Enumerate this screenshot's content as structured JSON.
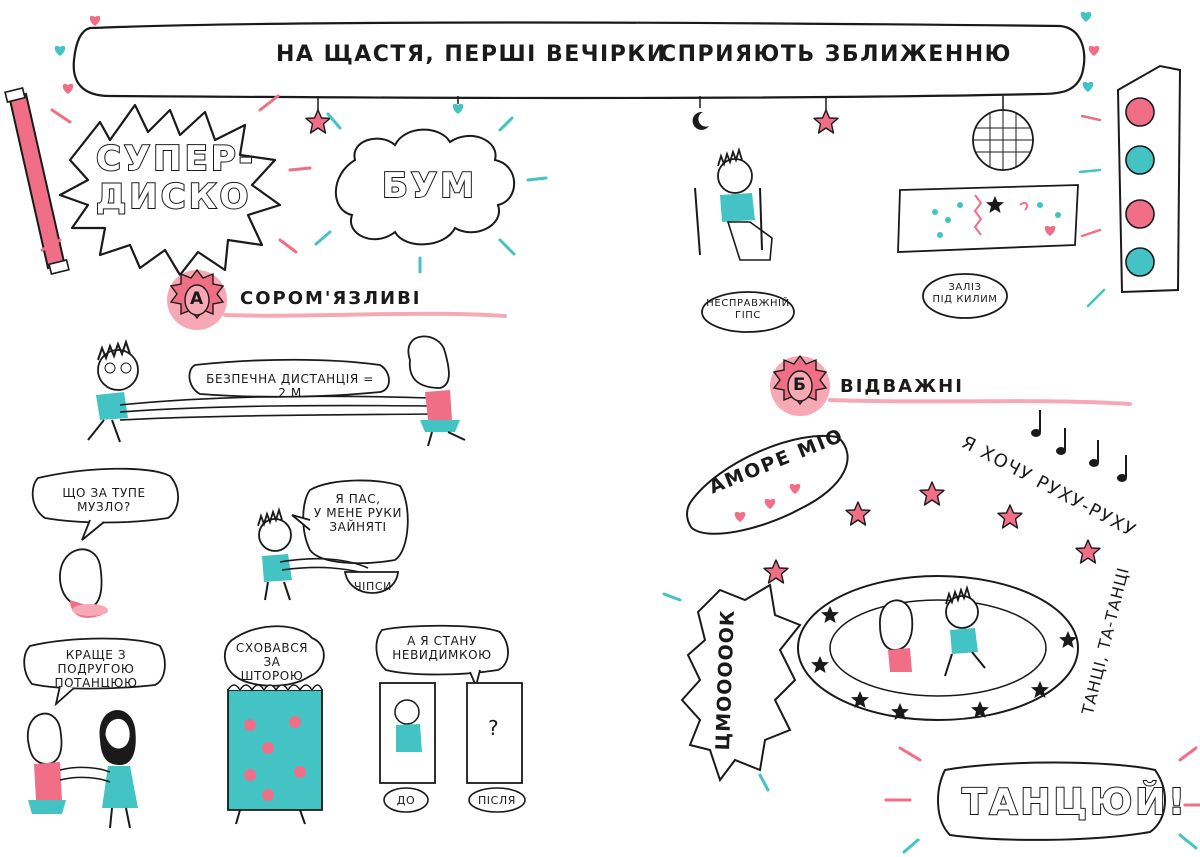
{
  "header": {
    "title_left": "НА ЩАСТЯ, ПЕРШІ ВЕЧІРКИ",
    "title_right": "СПРИЯЮТЬ ЗБЛИЖЕННЮ"
  },
  "left_page": {
    "super_disco": [
      "СУПЕР-",
      "ДИСКО"
    ],
    "boom": "БУМ",
    "section_a": {
      "letter": "А",
      "title": "СОРОМ'ЯЗЛИВІ"
    },
    "safe_distance": "БЕЗПЕЧНА ДИСТАНЦІЯ = 2 М",
    "bad_music": [
      "ЩО ЗА ТУПЕ МУЗЛО?"
    ],
    "pass_bubble": [
      "Я ПАС,",
      "У МЕНЕ РУКИ",
      "ЗАЙНЯТІ"
    ],
    "chips": "ЧІПСИ",
    "friend_dance": [
      "КРАЩЕ З ПОДРУГОЮ",
      "ПОТАНЦЮЮ"
    ],
    "curtain": [
      "СХОВАВСЯ",
      "ЗА ШТОРОЮ"
    ],
    "invisible": [
      "А Я СТАНУ",
      "НЕВИДИМКОЮ"
    ],
    "before": "ДО",
    "after": "ПІСЛЯ"
  },
  "right_page": {
    "fake_cast": [
      "НЕСПРАВЖНІЙ",
      "ГІПС"
    ],
    "under_carpet": [
      "ЗАЛІЗ",
      "ПІД КИЛИМ"
    ],
    "section_b": {
      "letter": "Б",
      "title": "ВІДВАЖНІ"
    },
    "amore": "АМОРЕ МІО",
    "rukhu": "Я ХОЧУ РУХУ-РУХУ",
    "kiss": "ЦМОООООК",
    "dance_dance": "ТАНЦІ, ТА-ТАНЦІ",
    "dance": "ТАНЦЮЙ!"
  },
  "colors": {
    "pink": "#f06f86",
    "cyan": "#43c3c4",
    "ink": "#1a1a1a",
    "pink_light": "#f7a8b5"
  }
}
